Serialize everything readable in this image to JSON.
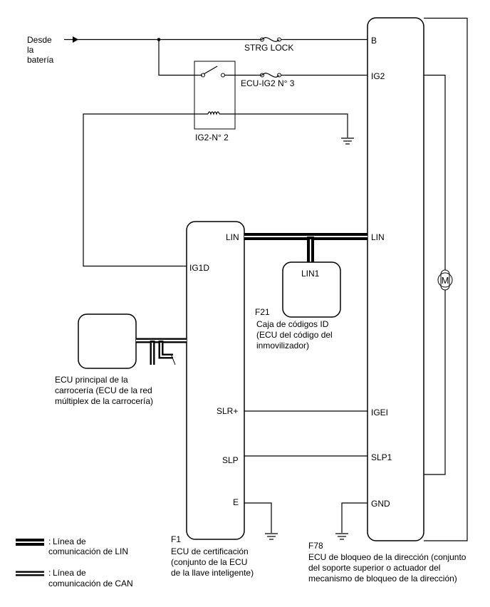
{
  "source": {
    "line1": "Desde",
    "line2": "la",
    "line3": "batería"
  },
  "fuses": {
    "strg_lock": "STRG LOCK",
    "ecu_ig2": "ECU-IG2 N° 3"
  },
  "relay": {
    "label": "IG2-N° 2"
  },
  "certification_ecu": {
    "pins": {
      "lin": "LIN",
      "ig1d": "IG1D",
      "slr": "SLR+",
      "slp": "SLP",
      "e": "E"
    },
    "code": "F1",
    "name": [
      "ECU de certificación",
      "(conjunto de la ECU",
      "de la llave inteligente)"
    ]
  },
  "id_code_box": {
    "pin": "LIN1",
    "code": "F21",
    "name": [
      "Caja de códigos ID",
      "(ECU del código del",
      "inmovilizador)"
    ]
  },
  "main_body_ecu": {
    "name": [
      "ECU principal de la",
      "carrocería (ECU de la red",
      "múltiplex de la carrocería)"
    ]
  },
  "steering_lock_ecu": {
    "pins": {
      "b": "B",
      "ig2": "IG2",
      "lin": "LIN",
      "igei": "IGEI",
      "slp1": "SLP1",
      "gnd": "GND"
    },
    "motor": "M",
    "code": "F78",
    "name": [
      "ECU de bloqueo de la dirección (conjunto",
      "del soporte superior o actuador del",
      "mecanismo de bloqueo de la dirección)"
    ]
  },
  "legend": {
    "lin": [
      "Línea de",
      "comunicación de LIN"
    ],
    "can": [
      "Línea de",
      "comunicación de CAN"
    ],
    "colon": ":"
  }
}
